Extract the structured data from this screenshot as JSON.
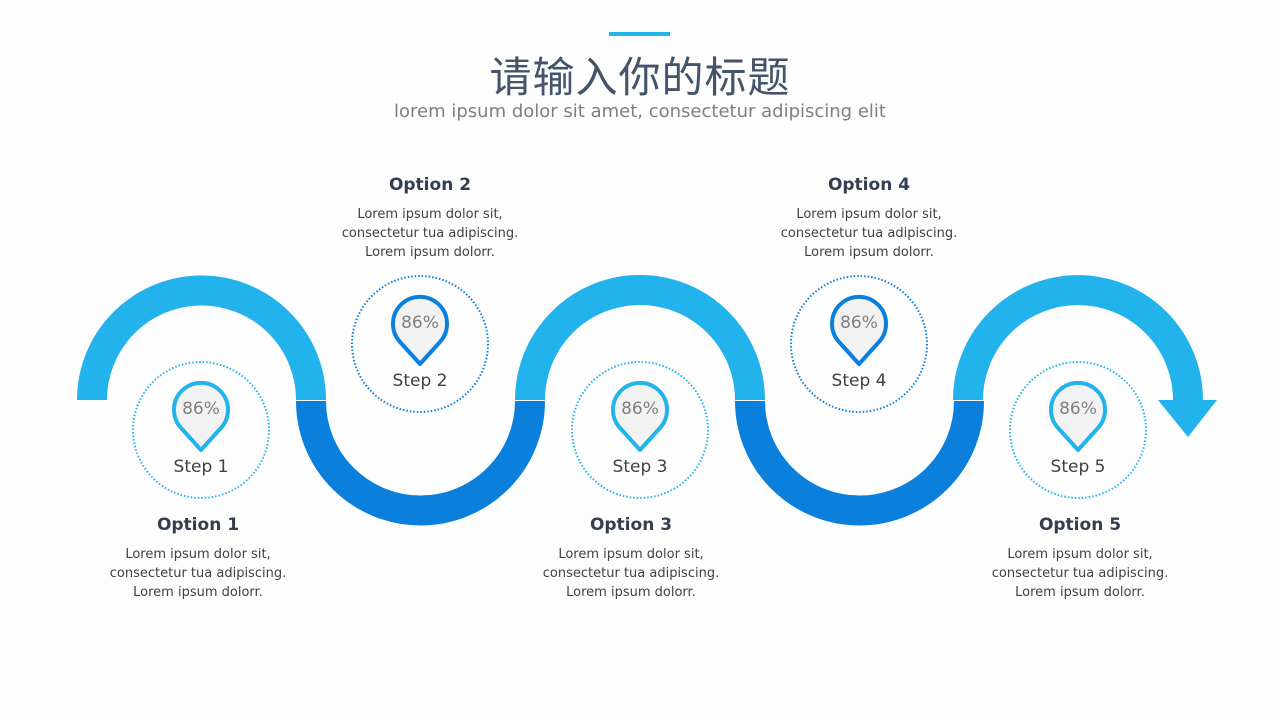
{
  "header": {
    "title": "请输入你的标题",
    "subtitle": "lorem ipsum dolor sit amet, consectetur  adipiscing elit"
  },
  "colors": {
    "light_blue": "#22b2ec",
    "dark_blue": "#0a7fdc",
    "title": "#44546a"
  },
  "steps": [
    {
      "option": "Option 1",
      "line1": "Lorem ipsum dolor sit,",
      "line2": "consectetur tua adipiscing.",
      "line3": "Lorem ipsum dolorr.",
      "step": "Step 1",
      "percent": "86%"
    },
    {
      "option": "Option 2",
      "line1": "Lorem ipsum dolor sit,",
      "line2": "consectetur tua adipiscing.",
      "line3": "Lorem ipsum dolorr.",
      "step": "Step 2",
      "percent": "86%"
    },
    {
      "option": "Option 3",
      "line1": "Lorem ipsum dolor sit,",
      "line2": "consectetur tua adipiscing.",
      "line3": "Lorem ipsum dolorr.",
      "step": "Step 3",
      "percent": "86%"
    },
    {
      "option": "Option 4",
      "line1": "Lorem ipsum dolor sit,",
      "line2": "consectetur tua adipiscing.",
      "line3": "Lorem ipsum dolorr.",
      "step": "Step 4",
      "percent": "86%"
    },
    {
      "option": "Option 5",
      "line1": "Lorem ipsum dolor sit,",
      "line2": "consectetur tua adipiscing.",
      "line3": "Lorem ipsum dolorr.",
      "step": "Step 5",
      "percent": "86%"
    }
  ]
}
